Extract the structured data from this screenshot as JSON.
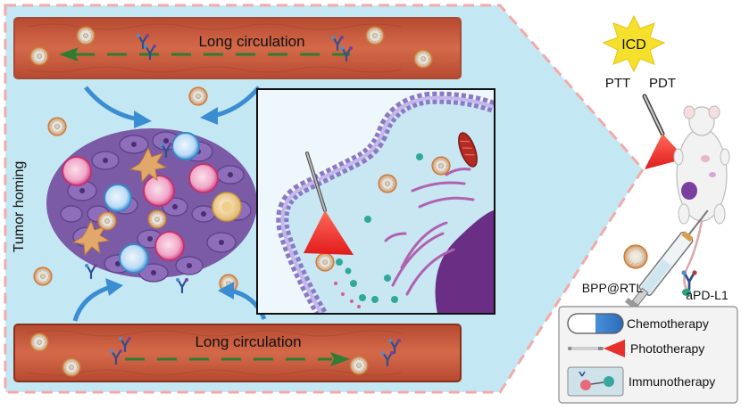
{
  "labels": {
    "top_vessel": "Long circulation",
    "bottom_vessel": "Long circulation",
    "tumor_homing": "Tumor homing",
    "icd": "ICD",
    "ptt": "PTT",
    "pdt": "PDT",
    "bpp_rtl": "BPP@RTL",
    "apd_l1": "aPD-L1"
  },
  "legend": {
    "items": [
      {
        "label": "Chemotherapy",
        "icon": "capsule-icon"
      },
      {
        "label": "Phototherapy",
        "icon": "laser-icon"
      },
      {
        "label": "Immunotherapy",
        "icon": "antibody-icon"
      }
    ]
  },
  "colors": {
    "vessel": "#c8583c",
    "vessel_dark": "#9c3a25",
    "panel_bg": "#bde6f2",
    "dashed_border": "#f2a7a7",
    "tumor_purple": "#7b5aa6",
    "membrane": "#8c79c6",
    "nucleus": "#6a2f85",
    "laser": "#e8302a",
    "icd_star": "#f5e12c",
    "arrow_green": "#2e7d32",
    "arrow_blue": "#3a8dd1"
  }
}
